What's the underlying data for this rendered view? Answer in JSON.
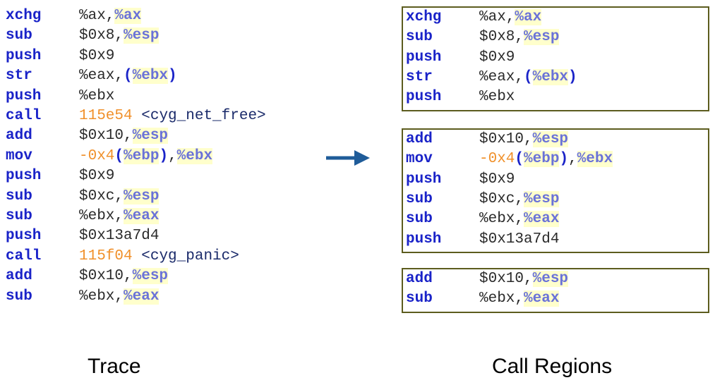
{
  "trace": {
    "caption": "Trace",
    "lines": [
      {
        "op": "xchg",
        "args": [
          [
            "t",
            "%ax,"
          ],
          [
            "reg",
            "%ax"
          ]
        ]
      },
      {
        "op": "sub",
        "args": [
          [
            "t",
            "$0x8,"
          ],
          [
            "reg",
            "%esp"
          ]
        ]
      },
      {
        "op": "push",
        "args": [
          [
            "t",
            "$0x9"
          ]
        ]
      },
      {
        "op": "str",
        "args": [
          [
            "t",
            "%eax,"
          ],
          [
            "paren",
            "("
          ],
          [
            "reg",
            "%ebx"
          ],
          [
            "paren",
            ")"
          ]
        ]
      },
      {
        "op": "push",
        "args": [
          [
            "t",
            "%ebx"
          ]
        ]
      },
      {
        "op": "call",
        "args": [
          [
            "num",
            "115e54"
          ],
          [
            "t",
            " "
          ],
          [
            "sym",
            "<cyg_net_free>"
          ]
        ]
      },
      {
        "op": "add",
        "args": [
          [
            "t",
            "$0x10,"
          ],
          [
            "reg",
            "%esp"
          ]
        ]
      },
      {
        "op": "mov",
        "args": [
          [
            "num",
            "-0x4"
          ],
          [
            "paren",
            "("
          ],
          [
            "reg",
            "%ebp"
          ],
          [
            "paren",
            ")"
          ],
          [
            "t",
            ","
          ],
          [
            "reg",
            "%ebx"
          ]
        ]
      },
      {
        "op": "push",
        "args": [
          [
            "t",
            "$0x9"
          ]
        ]
      },
      {
        "op": "sub",
        "args": [
          [
            "t",
            "$0xc,"
          ],
          [
            "reg",
            "%esp"
          ]
        ]
      },
      {
        "op": "sub",
        "args": [
          [
            "t",
            "%ebx,"
          ],
          [
            "reg",
            "%eax"
          ]
        ]
      },
      {
        "op": "push",
        "args": [
          [
            "t",
            "$0x13a7d4"
          ]
        ]
      },
      {
        "op": "call",
        "args": [
          [
            "num",
            "115f04"
          ],
          [
            "t",
            " "
          ],
          [
            "sym",
            "<cyg_panic>"
          ]
        ]
      },
      {
        "op": "add",
        "args": [
          [
            "t",
            "$0x10,"
          ],
          [
            "reg",
            "%esp"
          ]
        ]
      },
      {
        "op": "sub",
        "args": [
          [
            "t",
            "%ebx,"
          ],
          [
            "reg",
            "%eax"
          ]
        ]
      }
    ]
  },
  "call_regions": {
    "caption": "Call Regions",
    "regions": [
      {
        "lines": [
          {
            "op": "xchg",
            "args": [
              [
                "t",
                "%ax,"
              ],
              [
                "reg",
                "%ax"
              ]
            ]
          },
          {
            "op": "sub",
            "args": [
              [
                "t",
                "$0x8,"
              ],
              [
                "reg",
                "%esp"
              ]
            ]
          },
          {
            "op": "push",
            "args": [
              [
                "t",
                "$0x9"
              ]
            ]
          },
          {
            "op": "str",
            "args": [
              [
                "t",
                "%eax,"
              ],
              [
                "paren",
                "("
              ],
              [
                "reg",
                "%ebx"
              ],
              [
                "paren",
                ")"
              ]
            ]
          },
          {
            "op": "push",
            "args": [
              [
                "t",
                "%ebx"
              ]
            ]
          }
        ]
      },
      {
        "lines": [
          {
            "op": "add",
            "args": [
              [
                "t",
                "$0x10,"
              ],
              [
                "reg",
                "%esp"
              ]
            ]
          },
          {
            "op": "mov",
            "args": [
              [
                "num",
                "-0x4"
              ],
              [
                "paren",
                "("
              ],
              [
                "reg",
                "%ebp"
              ],
              [
                "paren",
                ")"
              ],
              [
                "t",
                ","
              ],
              [
                "reg",
                "%ebx"
              ]
            ]
          },
          {
            "op": "push",
            "args": [
              [
                "t",
                "$0x9"
              ]
            ]
          },
          {
            "op": "sub",
            "args": [
              [
                "t",
                "$0xc,"
              ],
              [
                "reg",
                "%esp"
              ]
            ]
          },
          {
            "op": "sub",
            "args": [
              [
                "t",
                "%ebx,"
              ],
              [
                "reg",
                "%eax"
              ]
            ]
          },
          {
            "op": "push",
            "args": [
              [
                "t",
                "$0x13a7d4"
              ]
            ]
          }
        ]
      },
      {
        "lines": [
          {
            "op": "add",
            "args": [
              [
                "t",
                "$0x10,"
              ],
              [
                "reg",
                "%esp"
              ]
            ]
          },
          {
            "op": "sub",
            "args": [
              [
                "t",
                "%ebx,"
              ],
              [
                "reg",
                "%eax"
              ]
            ]
          }
        ]
      }
    ]
  },
  "colors": {
    "opcode": "#1a23c8",
    "register": "#6a72d8",
    "register_highlight": "#ffffcc",
    "address": "#f0902a",
    "box_border": "#5c5c1e",
    "arrow": "#1f5c99"
  },
  "icons": {
    "transform_arrow": "right-arrow-icon"
  }
}
